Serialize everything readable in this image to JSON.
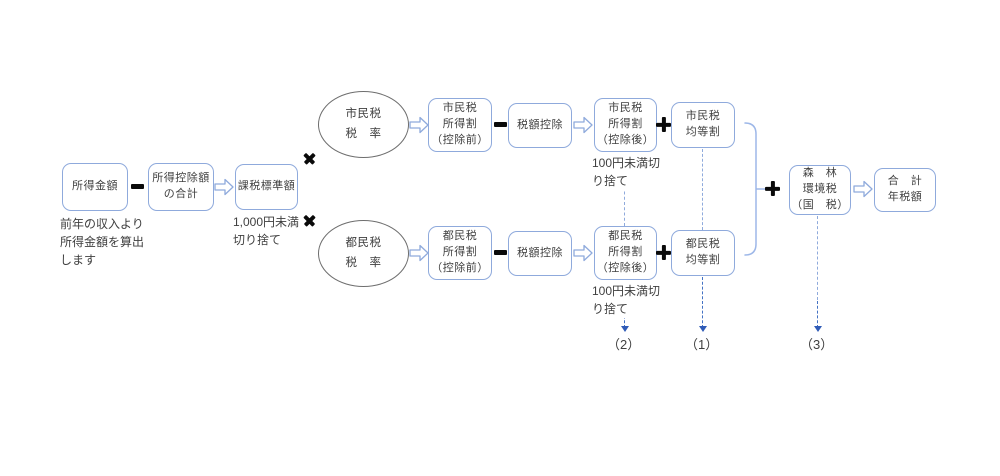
{
  "colors": {
    "box_border": "#8faadc",
    "ellipse_border": "#6e6e6e",
    "text": "#3f3f3f",
    "connector_light": "#8faadc",
    "connector_blue": "#4472c4",
    "operator_black": "#0a0a0a"
  },
  "boxes": {
    "income": {
      "label": "所得金額"
    },
    "deduction_total": {
      "label": "所得控除額\nの合計"
    },
    "taxable_base": {
      "label": "課税標準額"
    },
    "city_rate": {
      "label": "市民税\n税　率"
    },
    "city_income_levy_pre": {
      "label": "市民税\n所得割\n（控除前）"
    },
    "city_tax_credit": {
      "label": "税額控除"
    },
    "city_income_levy_post": {
      "label": "市民税\n所得割\n（控除後）"
    },
    "city_per_capita_levy": {
      "label": "市民税\n均等割"
    },
    "metro_rate": {
      "label": "都民税\n税　率"
    },
    "metro_income_levy_pre": {
      "label": "都民税\n所得割\n（控除前）"
    },
    "metro_tax_credit": {
      "label": "税額控除"
    },
    "metro_income_levy_post": {
      "label": "都民税\n所得割\n（控除後）"
    },
    "metro_per_capita_levy": {
      "label": "都民税\n均等割"
    },
    "forest_env_tax": {
      "label": "森　林\n環境税\n（国　税）"
    },
    "total_annual_tax": {
      "label": "合　計\n年税額"
    }
  },
  "notes": {
    "income_note": "前年の収入より\n所得金額を算出\nします",
    "taxable_base_note": "1,000円未満\n切り捨て",
    "city_rounding_note": "100円未満切\nり捨て",
    "metro_rounding_note": "100円未満切\nり捨て"
  },
  "footnote_refs": {
    "ref_2": "（2）",
    "ref_1": "（1）",
    "ref_3": "（3）"
  }
}
